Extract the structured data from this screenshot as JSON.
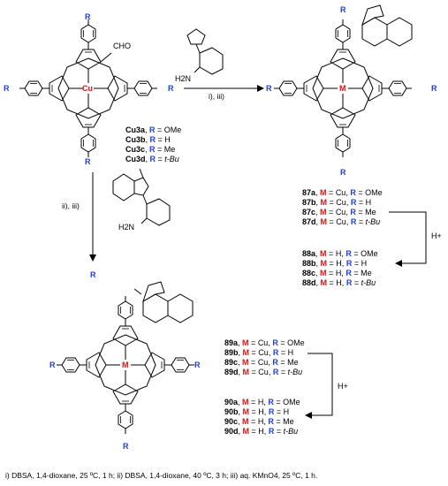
{
  "reactant": {
    "aldehyde_label": "CHO",
    "metal": "Cu",
    "substituent": "R",
    "compounds": [
      {
        "id": "Cu3a",
        "r": "OMe"
      },
      {
        "id": "Cu3b",
        "r": "H"
      },
      {
        "id": "Cu3c",
        "r": "Me"
      },
      {
        "id": "Cu3d",
        "r": "t-Bu"
      }
    ]
  },
  "reagent_top": {
    "amine_label": "H2N",
    "conditions": "i), iii)"
  },
  "reagent_left": {
    "amine_label": "H2N",
    "conditions": "ii), iii)"
  },
  "product_top": {
    "metal": "M",
    "copper_series": [
      {
        "id": "87a",
        "m": "Cu",
        "r": "OMe"
      },
      {
        "id": "87b",
        "m": "Cu",
        "r": "H"
      },
      {
        "id": "87c",
        "m": "Cu",
        "r": "Me"
      },
      {
        "id": "87d",
        "m": "Cu",
        "r": "t-Bu"
      }
    ],
    "acid_label": "H+",
    "freebase_series": [
      {
        "id": "88a",
        "m": "H",
        "r": "OMe"
      },
      {
        "id": "88b",
        "m": "H",
        "r": "H"
      },
      {
        "id": "88c",
        "m": "H",
        "r": "Me"
      },
      {
        "id": "88d",
        "m": "H",
        "r": "t-Bu"
      }
    ]
  },
  "product_bottom": {
    "metal": "M",
    "copper_series": [
      {
        "id": "89a",
        "m": "Cu",
        "r": "OMe"
      },
      {
        "id": "89b",
        "m": "Cu",
        "r": "H"
      },
      {
        "id": "89c",
        "m": "Cu",
        "r": "Me"
      },
      {
        "id": "89d",
        "m": "Cu",
        "r": "t-Bu"
      }
    ],
    "acid_label": "H+",
    "freebase_series": [
      {
        "id": "90a",
        "m": "H",
        "r": "OMe"
      },
      {
        "id": "90b",
        "m": "H",
        "r": "H"
      },
      {
        "id": "90c",
        "m": "H",
        "r": "Me"
      },
      {
        "id": "90d",
        "m": "H",
        "r": "t-Bu"
      }
    ]
  },
  "footnote": "i) DBSA, 1,4-dioxane, 25 ºC, 1 h; ii) DBSA, 1,4-dioxane, 40 ºC, 3 h; iii) aq. KMnO4, 25 ºC, 1 h.",
  "colors": {
    "R": "#1f3fd6",
    "M": "#e01010",
    "line": "#000000"
  }
}
